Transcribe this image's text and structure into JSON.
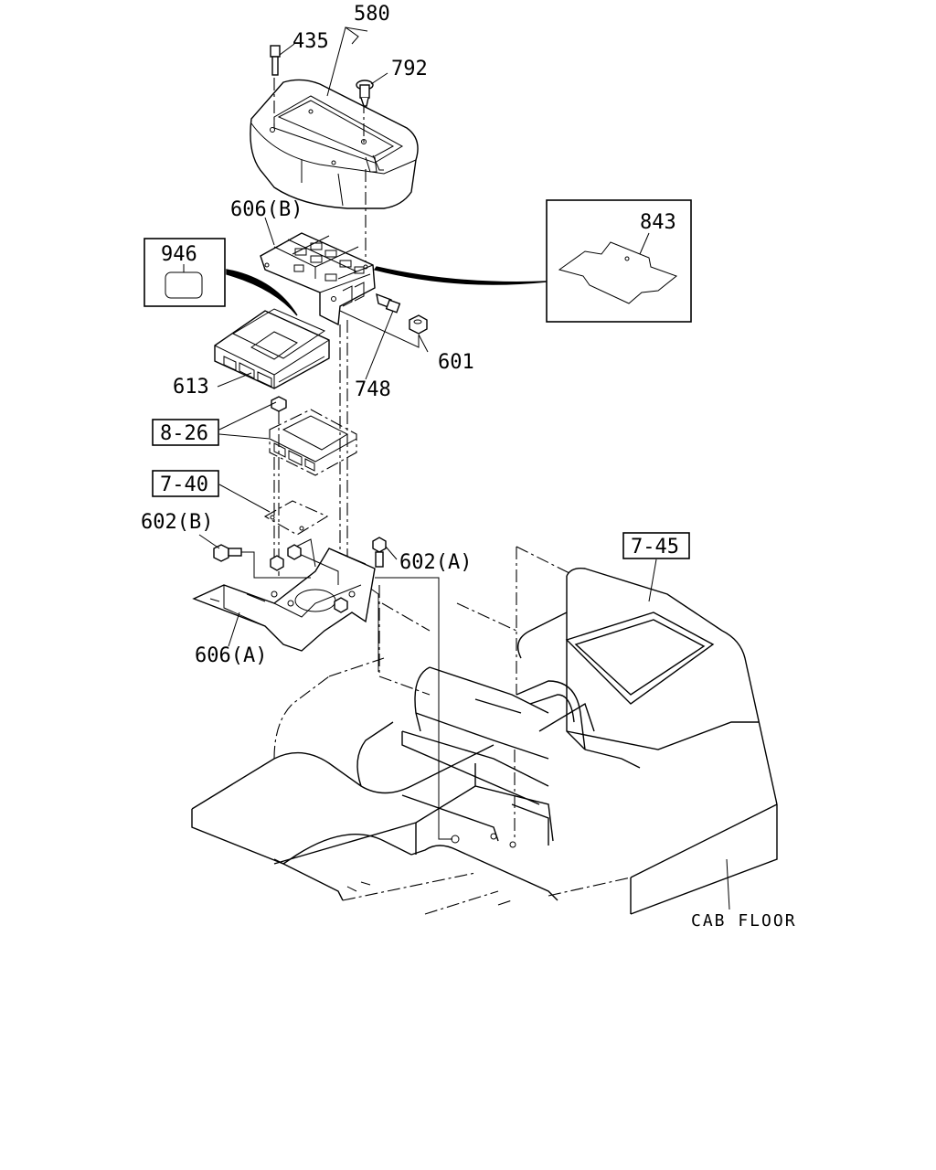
{
  "labels": {
    "p580": "580",
    "p435": "435",
    "p792": "792",
    "p606b": "606(B)",
    "p843": "843",
    "p946": "946",
    "p613": "613",
    "p748": "748",
    "p601": "601",
    "r826": "8-26",
    "r740": "7-40",
    "p602b": "602(B)",
    "p602a": "602(A)",
    "r745": "7-45",
    "p606a": "606(A)",
    "cab_floor": "CAB FLOOR"
  }
}
